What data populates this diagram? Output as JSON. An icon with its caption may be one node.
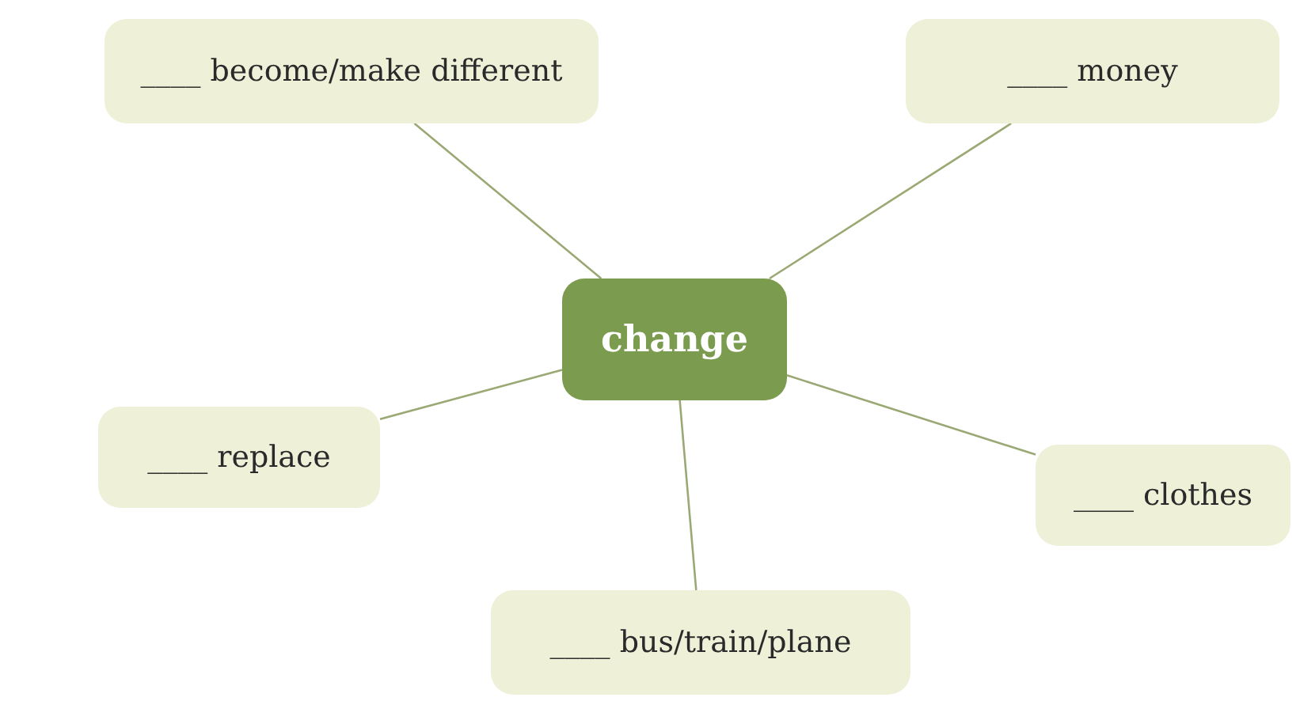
{
  "diagram": {
    "nodes": [
      {
        "text": [
          "change"
        ]
      },
      {
        "text": [
          "____ become/make different"
        ]
      },
      {
        "text": [
          "____ money"
        ]
      },
      {
        "text": [
          "____ replace"
        ]
      },
      {
        "text": [
          "____ clothes"
        ]
      },
      {
        "text": [
          "____ bus/train/plane"
        ]
      }
    ],
    "edges": [
      {
        "from": 0,
        "to": 1,
        "arrow": "none"
      },
      {
        "from": 0,
        "to": 2,
        "arrow": "none"
      },
      {
        "from": 0,
        "to": 3,
        "arrow": "none"
      },
      {
        "from": 0,
        "to": 4,
        "arrow": "none"
      },
      {
        "from": 0,
        "to": 5,
        "arrow": "none"
      }
    ]
  }
}
